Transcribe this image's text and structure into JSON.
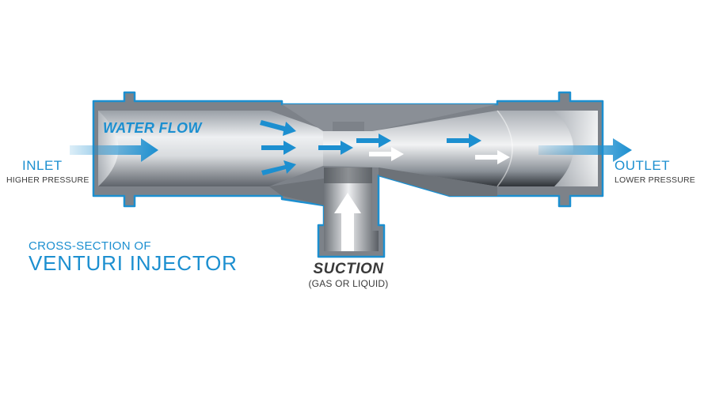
{
  "inlet": {
    "label": "INLET",
    "sublabel": "HIGHER PRESSURE"
  },
  "outlet": {
    "label": "OUTLET",
    "sublabel": "LOWER PRESSURE"
  },
  "flow": {
    "label": "WATER FLOW"
  },
  "suction": {
    "label": "SUCTION",
    "sublabel": "(GAS OR LIQUID)"
  },
  "caption": {
    "line1": "CROSS-SECTION OF",
    "line2": "VENTURI INJECTOR"
  },
  "colors": {
    "accent_blue": "#1c8fd0",
    "pipe_wall": "#7d8289",
    "outline": "#1c8fd0",
    "text_dark": "#3a3a3a",
    "suction_arrow": "#ffffff"
  }
}
